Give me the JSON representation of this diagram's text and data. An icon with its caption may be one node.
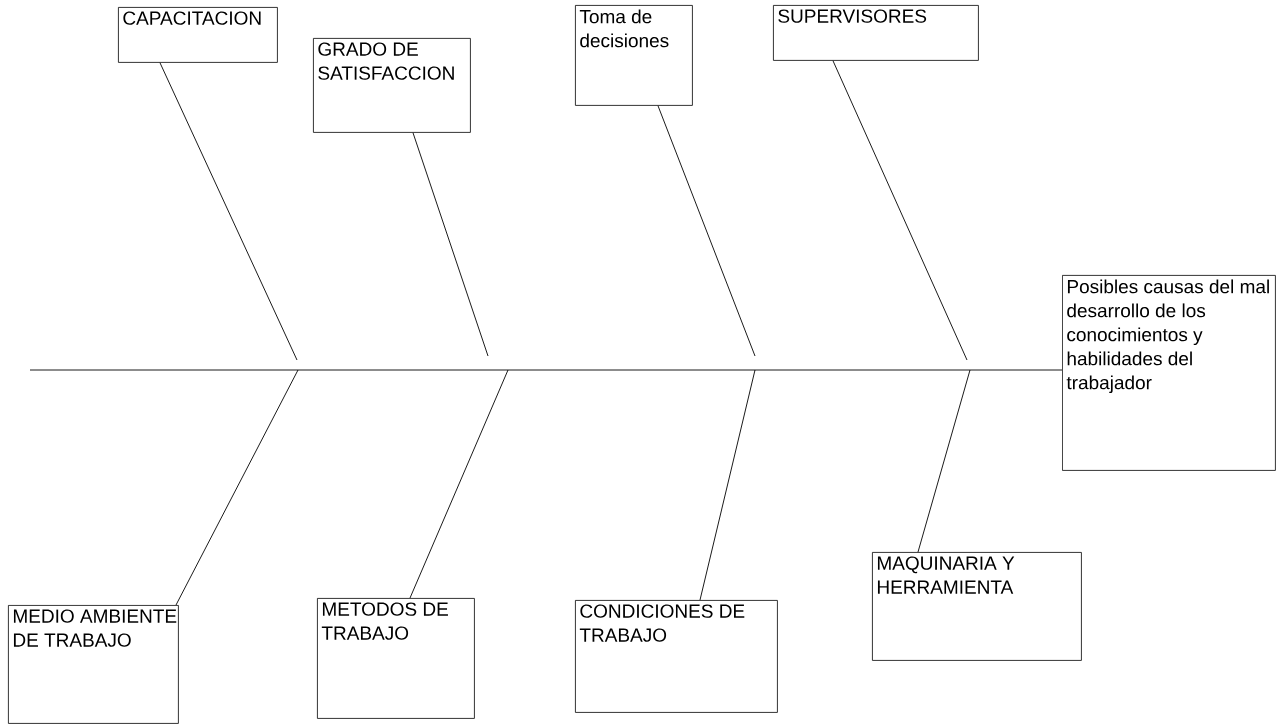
{
  "diagram": {
    "nodes": [
      {
        "text": [
          "CAPACITACION"
        ]
      },
      {
        "text": [
          "GRADO DE SATISFACCION"
        ]
      },
      {
        "text": [
          "Toma de decisiones"
        ]
      },
      {
        "text": [
          "SUPERVISORES"
        ]
      },
      {
        "text": [
          "Posibles causas del mal desarrollo de los conocimientos y habilidades del trabajador"
        ]
      },
      {
        "text": [
          "MEDIO AMBIENTE DE TRABAJO"
        ]
      },
      {
        "text": [
          "METODOS DE TRABAJO"
        ]
      },
      {
        "text": [
          "CONDICIONES DE TRABAJO"
        ]
      },
      {
        "text": [
          "MAQUINARIA Y HERRAMIENTA"
        ]
      }
    ],
    "edges": [
      {
        "from": 0,
        "to": null,
        "arrow": "none"
      },
      {
        "from": 1,
        "to": null,
        "arrow": "none"
      },
      {
        "from": 2,
        "to": null,
        "arrow": "none"
      },
      {
        "from": 3,
        "to": null,
        "arrow": "none"
      },
      {
        "from": 5,
        "to": null,
        "arrow": "none"
      },
      {
        "from": 6,
        "to": null,
        "arrow": "none"
      },
      {
        "from": 7,
        "to": null,
        "arrow": "none"
      },
      {
        "from": 8,
        "to": null,
        "arrow": "none"
      },
      {
        "from": null,
        "to": 4,
        "arrow": "none"
      }
    ]
  }
}
